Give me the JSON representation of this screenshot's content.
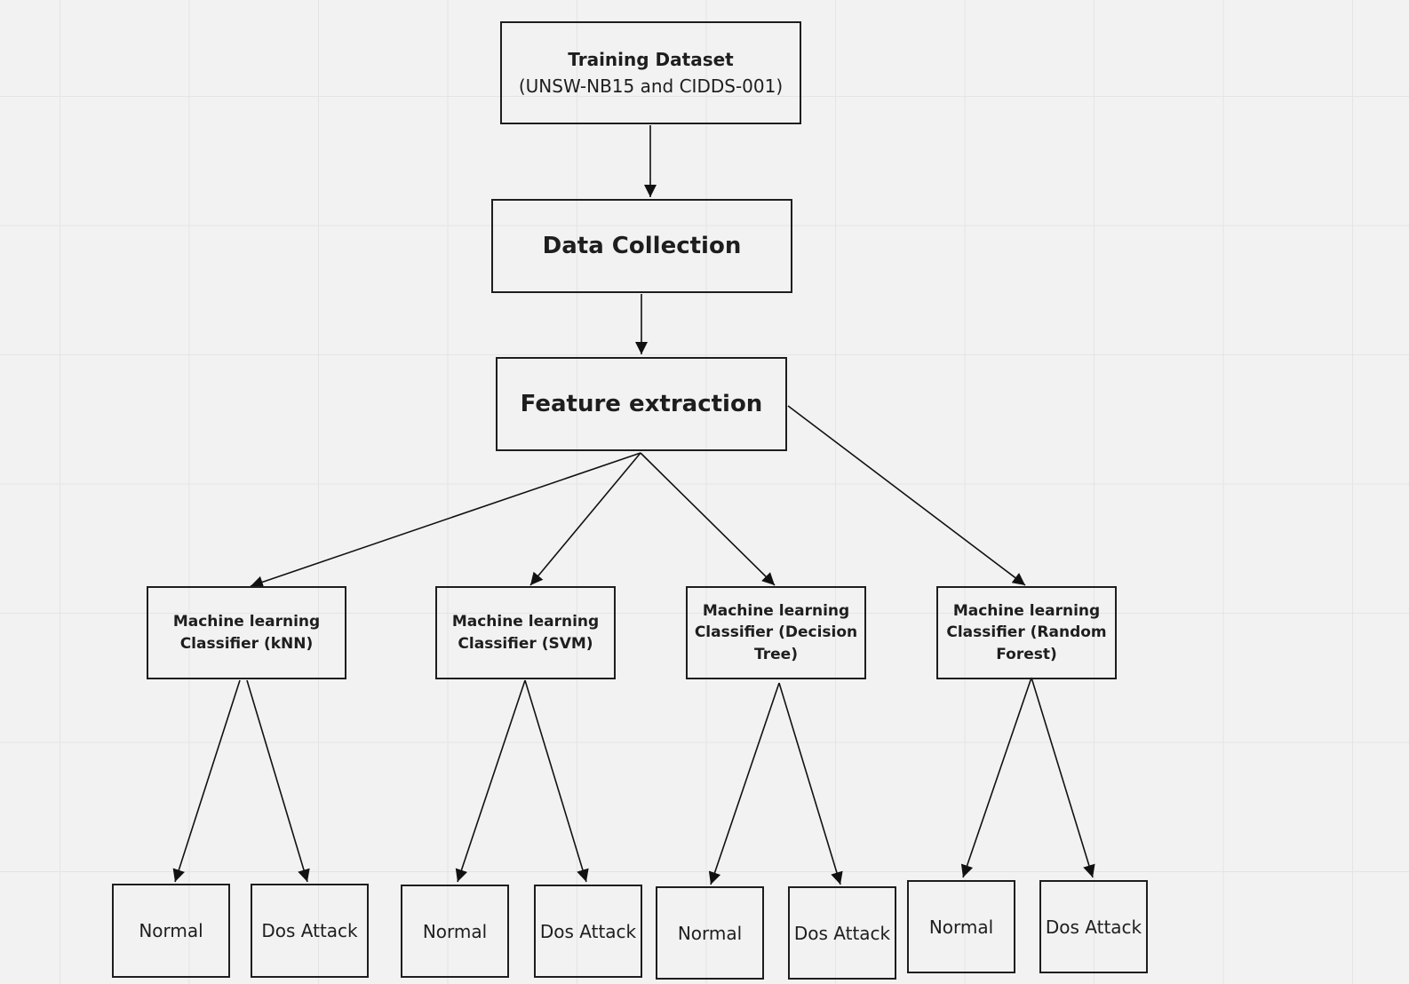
{
  "nodes": {
    "training": {
      "title": "Training Dataset",
      "subtitle": "(UNSW-NB15 and CIDDS-001)"
    },
    "collection": {
      "label": "Data Collection"
    },
    "features": {
      "label": "Feature extraction"
    },
    "classifiers": [
      {
        "label": "Machine learning Classifier (kNN)"
      },
      {
        "label": "Machine learning Classifier (SVM)"
      },
      {
        "label": "Machine learning Classifier (Decision Tree)"
      },
      {
        "label": "Machine learning Classifier (Random Forest)"
      }
    ],
    "outputs": [
      {
        "normal": "Normal",
        "attack": "Dos Attack"
      },
      {
        "normal": "Normal",
        "attack": "Dos Attack"
      },
      {
        "normal": "Normal",
        "attack": "Dos Attack"
      },
      {
        "normal": "Normal",
        "attack": "Dos Attack"
      }
    ]
  },
  "colors": {
    "background": "#f2f2f2",
    "grid": "#e4e4e4",
    "stroke": "#1e1e1e"
  }
}
